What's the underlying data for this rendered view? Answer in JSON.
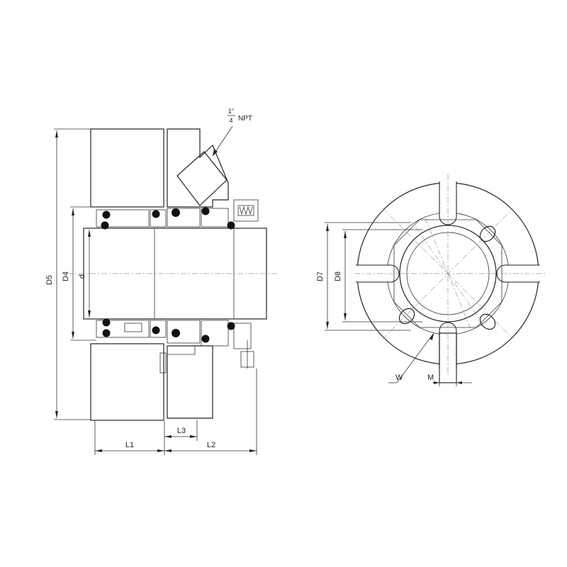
{
  "labels": {
    "npt_fraction_num": "1\"",
    "npt_fraction_den": "4",
    "npt": "NPT",
    "d5": "D5",
    "d4": "D4",
    "d": "d",
    "l1": "L1",
    "l2": "L2",
    "l3": "L3",
    "d7": "D7",
    "d8": "D8",
    "w": "W",
    "m": "M"
  }
}
